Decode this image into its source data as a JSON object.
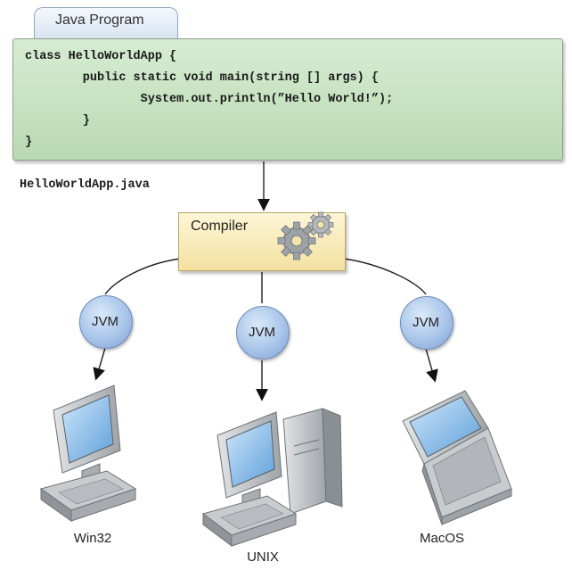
{
  "tab": {
    "label": "Java Program"
  },
  "code": {
    "lines": [
      "class HelloWorldApp {",
      "        public static void main(string [] args) {",
      "                System.out.println(”Hello World!”);",
      "        }",
      "}"
    ]
  },
  "file_name": "HelloWorldApp.java",
  "compiler": {
    "label": "Compiler"
  },
  "jvm": {
    "left": "JVM",
    "center": "JVM",
    "right": "JVM"
  },
  "platforms": {
    "win32": "Win32",
    "unix": "UNIX",
    "macos": "MacOS"
  },
  "colors": {
    "code_panel": "#c6e3c0",
    "compiler_box": "#f7e9b4",
    "jvm_circle": "#a8c5ea",
    "tab": "#dde7f3"
  }
}
